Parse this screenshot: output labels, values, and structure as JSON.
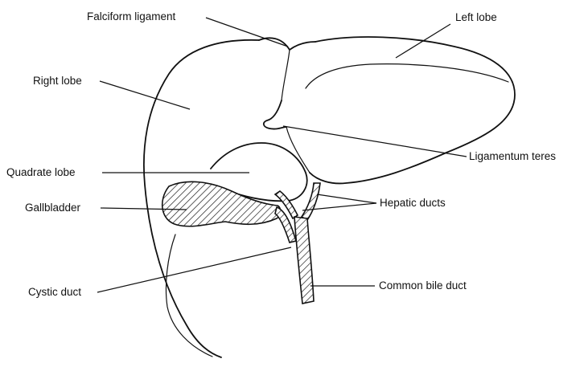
{
  "labels": {
    "falciform_ligament": "Falciform ligament",
    "left_lobe": "Left lobe",
    "right_lobe": "Right lobe",
    "ligamentum_teres": "Ligamentum teres",
    "quadrate_lobe": "Quadrate lobe",
    "gallbladder": "Gallbladder",
    "hepatic_ducts": "Hepatic ducts",
    "cystic_duct": "Cystic duct",
    "common_bile_duct": "Common bile duct"
  }
}
